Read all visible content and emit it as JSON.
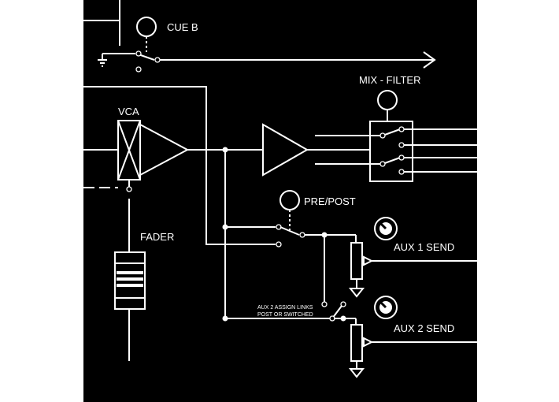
{
  "labels": {
    "cue_b": "CUE B",
    "mix_filter": "MIX - FILTER",
    "vca": "VCA",
    "pre_post": "PRE/POST",
    "fader": "FADER",
    "aux1_send": "AUX 1 SEND",
    "aux2_send": "AUX 2 SEND",
    "aux2_note_line1": "AUX 2 ASSIGN LINKS",
    "aux2_note_line2": "POST OR SWITCHED"
  },
  "colors": {
    "background": "#000000",
    "page": "#ffffff",
    "line": "#ffffff"
  }
}
